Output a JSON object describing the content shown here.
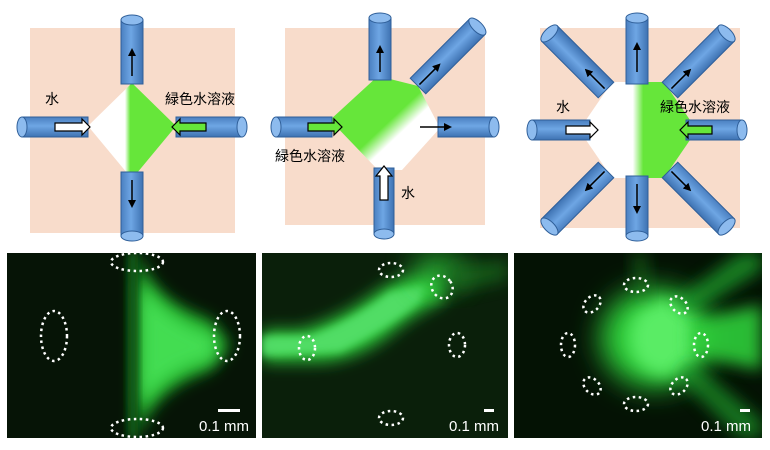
{
  "panels": {
    "top": [
      {
        "labels": {
          "water": "水",
          "green": "緑色水溶液"
        }
      },
      {
        "labels": {
          "water": "水",
          "green": "緑色水溶液"
        }
      },
      {
        "labels": {
          "water": "水",
          "green": "緑色水溶液"
        }
      }
    ],
    "bottom": [
      {
        "scale_label": "0.1 mm"
      },
      {
        "scale_label": "0.1 mm"
      },
      {
        "scale_label": "0.1 mm"
      }
    ]
  },
  "colors": {
    "background_square": "#f8dccb",
    "pipe": "#5b95d5",
    "green_solution": "#66e63a",
    "micrograph_background": "#061406",
    "fluorescence": "#2fd43a"
  }
}
